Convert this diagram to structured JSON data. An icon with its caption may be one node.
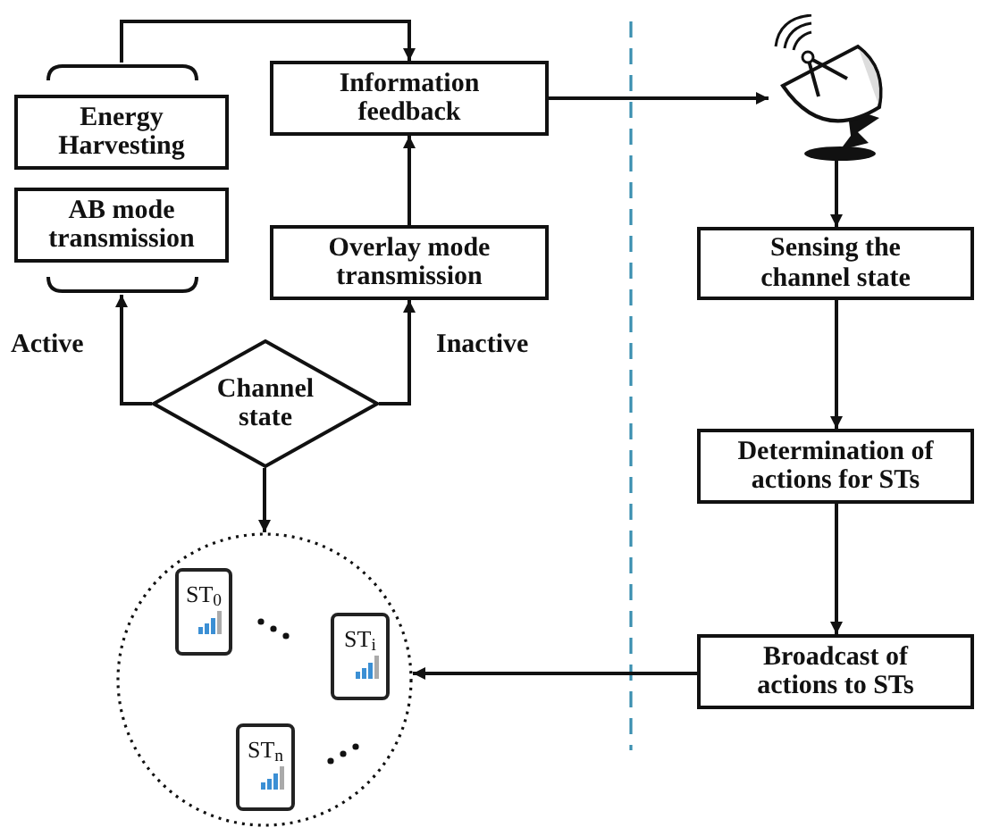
{
  "diagram": {
    "nodes": [
      {
        "text": [],
        "shape": "bracket"
      },
      {
        "text": [
          "Energy Harvesting"
        ],
        "in": 0
      },
      {
        "text": [
          "AB mode transmission"
        ],
        "in": 0
      },
      {
        "text": [
          "Information feedback"
        ]
      },
      {
        "text": [
          "Overlay mode transmission"
        ]
      },
      {
        "text": [
          "Channel state"
        ]
      },
      {
        "text": [],
        "shape": "circle"
      },
      {
        "text": [
          "ST$_{0}$"
        ],
        "in": 6
      },
      {
        "text": [
          "ST$_{i}$"
        ],
        "in": 6
      },
      {
        "text": [
          "ST$_{n}$"
        ],
        "in": 6
      },
      {
        "text": [],
        "shape": "picture"
      },
      {
        "text": [
          "Sensing the channel state"
        ]
      },
      {
        "text": [
          "Determination of actions for STs"
        ]
      },
      {
        "text": [
          "Broadcast of actions to STs"
        ]
      }
    ],
    "edges": [
      {
        "from": 0,
        "to": 3,
        "arrow": "to"
      },
      {
        "from": 4,
        "to": 3,
        "arrow": "to"
      },
      {
        "from": 5,
        "to": 0,
        "arrow": "to",
        "label": "Active"
      },
      {
        "from": 5,
        "to": 4,
        "arrow": "to",
        "label": "Inactive"
      },
      {
        "from": 5,
        "to": 6,
        "arrow": "to"
      },
      {
        "from": 3,
        "to": 10,
        "arrow": "to"
      },
      {
        "from": 10,
        "to": 11,
        "arrow": "to"
      },
      {
        "from": 11,
        "to": 12,
        "arrow": "to"
      },
      {
        "from": 12,
        "to": 13,
        "arrow": "to"
      },
      {
        "from": 13,
        "to": 6,
        "arrow": "to"
      }
    ]
  }
}
